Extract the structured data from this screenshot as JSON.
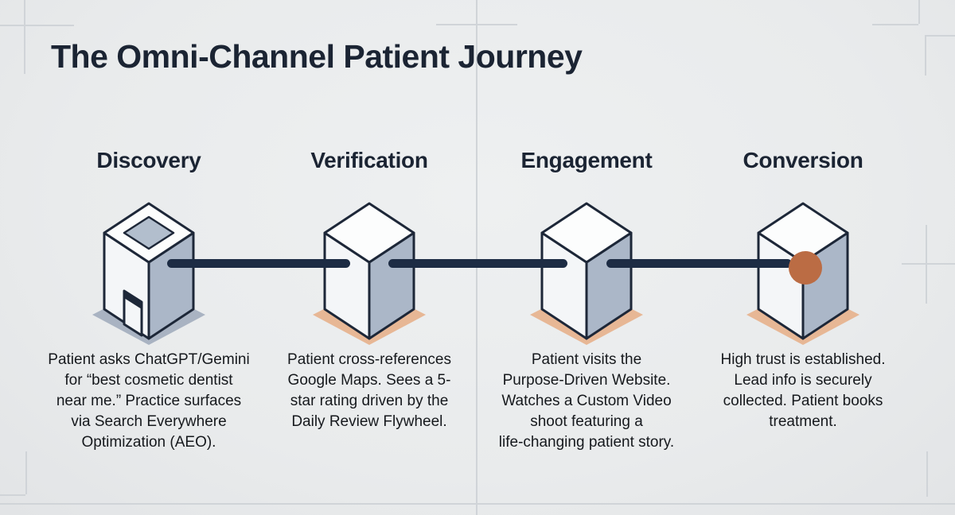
{
  "title": "The Omni-Channel Patient Journey",
  "stages": [
    {
      "label": "Discovery",
      "icon": "hollow-cube-building-icon",
      "shadow_style": "slate",
      "description": "Patient asks ChatGPT/Gemini\nfor “best cosmetic dentist\nnear me.” Practice surfaces\nvia Search Everywhere\nOptimization (AEO)."
    },
    {
      "label": "Verification",
      "icon": "isometric-cube-icon",
      "shadow_style": "peach",
      "description": "Patient cross-references\nGoogle Maps. Sees a 5-\nstar rating driven by the\nDaily Review Flywheel."
    },
    {
      "label": "Engagement",
      "icon": "isometric-cube-icon",
      "shadow_style": "peach",
      "description": "Patient visits the\nPurpose-Driven Website.\nWatches a Custom Video\nshoot featuring a\nlife-changing patient story."
    },
    {
      "label": "Conversion",
      "icon": "isometric-cube-node-icon",
      "shadow_style": "peach",
      "description": "High trust is established.\nLead info is securely\ncollected. Patient books\ntreatment."
    }
  ],
  "colors": {
    "background": "#e9ebec",
    "heading": "#1b2433",
    "body_text": "#16191d",
    "connector": "#1d2c44",
    "cube_outline": "#1d2738",
    "cube_top": "#fcfdfd",
    "cube_left": "#f4f6f8",
    "cube_right": "#abb7c8",
    "inner_hole": "#b2becd",
    "shadow_slate": "#a9b3c2",
    "shadow_peach": "#e7b795",
    "node_circle": "#bb6c44",
    "guide": "#d0d4d8"
  }
}
